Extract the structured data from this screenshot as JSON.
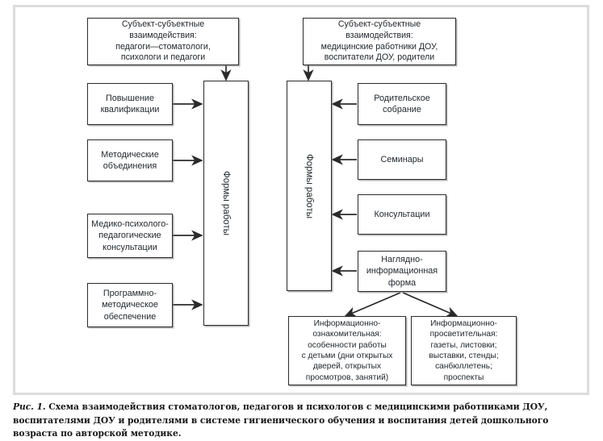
{
  "figure": {
    "caption_prefix": "Рис. 1.",
    "caption_text": " Схема взаимодействия стоматологов, педагогов и психологов с медицинскими работниками ДОУ, воспитателями ДОУ и родителями в системе гигиенического обучения и воспитания детей дошкольного возраста по авторской методике."
  },
  "diagram": {
    "top_left_box": "Субъект-субъектные взаимодействия:\nпедагоги—стоматологи,\nпсихологи и педагоги",
    "top_right_box": "Субъект-субъектные взаимодействия:\nмедицинские работники ДОУ,\nвоспитатели ДОУ, родители",
    "left_bar_label": "Формы работы",
    "right_bar_label": "Формы работы",
    "left_items": [
      "Повышение\nквалификации",
      "Методические\nобъединения",
      "Медико-психолого-\nпедагогические\nконсультации",
      "Программно-\nметодическое\nобеспечение"
    ],
    "right_items": [
      "Родительское\nсобрание",
      "Семинары",
      "Консультации",
      "Наглядно-\nинформационная\nформа"
    ],
    "bottom_left_box": "Информационно-\nознакомительная:\nособенности работы\nс детьми (дни открытых\nдверей, открытых\nпросмотров, занятий)",
    "bottom_right_box": "Информационно-\nпросветительная:\nгазеты, листовки;\nвыставки, стенды;\nсанбюллетень;\nпроспекты"
  },
  "colors": {
    "border": "#2b2b2b",
    "frame": "#dcdcdc",
    "text": "#23282d",
    "caption": "#171717",
    "background": "#ffffff"
  }
}
